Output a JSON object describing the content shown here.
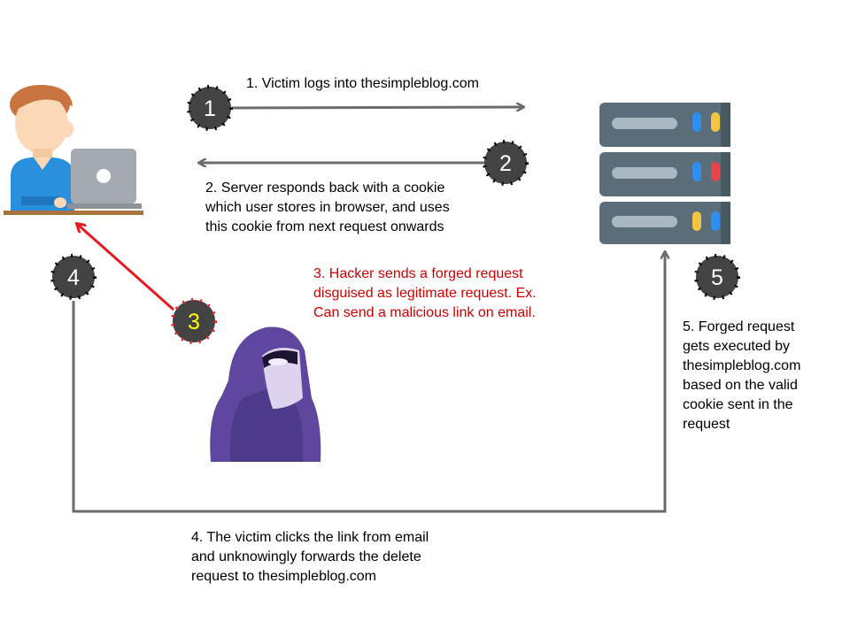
{
  "colors": {
    "arrow": "#6b6b6b",
    "hacker_arrow": "#e8191e",
    "badge_fill": "#434343",
    "badge_text": "#ffffff",
    "badge3_text": "#ffff00",
    "hacker_text": "#cc0000",
    "body_text": "#000000"
  },
  "steps": [
    {
      "number": "1",
      "lines": [
        "1. Victim logs into thesimpleblog.com"
      ]
    },
    {
      "number": "2",
      "lines": [
        "2. Server responds back with a cookie",
        "which user stores in browser, and uses",
        "this cookie from next request onwards"
      ]
    },
    {
      "number": "3",
      "lines": [
        "3. Hacker sends a forged request",
        "disguised as legitimate request. Ex.",
        "Can send a malicious link on email."
      ]
    },
    {
      "number": "4",
      "lines": [
        "4. The victim clicks the link from email",
        "and unknowingly forwards the delete",
        "request to thesimpleblog.com"
      ]
    },
    {
      "number": "5",
      "lines": [
        "5. Forged request",
        "gets executed by",
        "thesimpleblog.com",
        "based on the valid",
        "cookie sent in the",
        "request"
      ]
    }
  ],
  "icons": {
    "victim": "user-at-laptop-icon",
    "server": "server-rack-icon",
    "hacker": "hooded-hacker-icon"
  }
}
